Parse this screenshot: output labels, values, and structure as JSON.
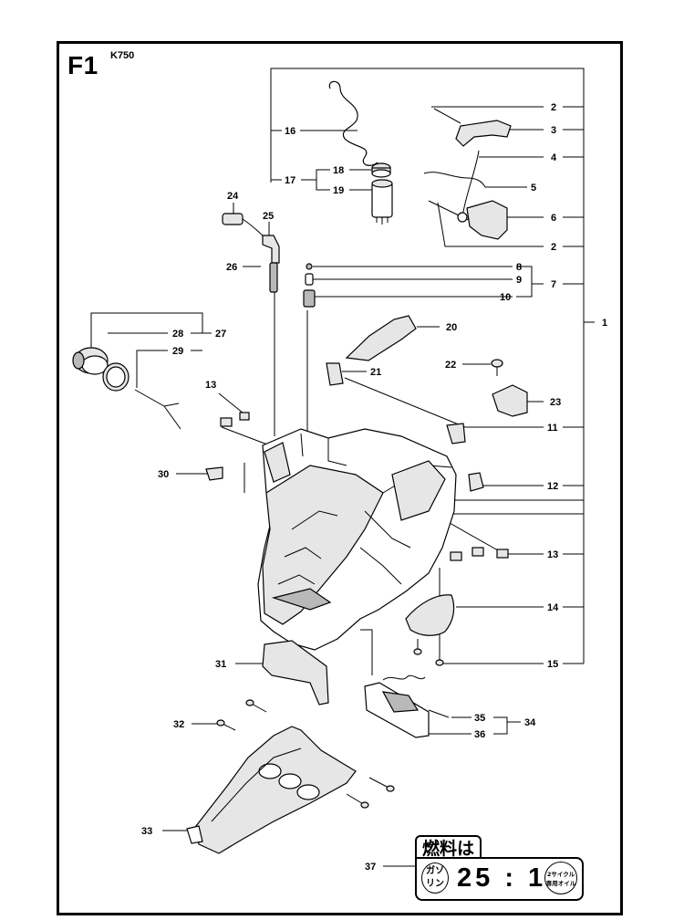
{
  "sheet": {
    "id": "F1",
    "model": "K750"
  },
  "callouts": {
    "c1": "1",
    "c2a": "2",
    "c2b": "2",
    "c3": "3",
    "c4": "4",
    "c5": "5",
    "c6": "6",
    "c7": "7",
    "c8": "8",
    "c9": "9",
    "c10": "10",
    "c11": "11",
    "c12": "12",
    "c13a": "13",
    "c13b": "13",
    "c14": "14",
    "c15": "15",
    "c16": "16",
    "c17": "17",
    "c18": "18",
    "c19": "19",
    "c20": "20",
    "c21": "21",
    "c22": "22",
    "c23": "23",
    "c24": "24",
    "c25": "25",
    "c26": "26",
    "c27": "27",
    "c28": "28",
    "c29": "29",
    "c30": "30",
    "c31": "31",
    "c32": "32",
    "c33": "33",
    "c34": "34",
    "c35": "35",
    "c36": "36",
    "c37": "37"
  },
  "fuel_label": {
    "heading": "燃料は",
    "left_line1": "ガソ",
    "left_line2": "リン",
    "ratio": "25 : 1",
    "right_line1": "2サイクル",
    "right_line2": "専用オイル"
  }
}
